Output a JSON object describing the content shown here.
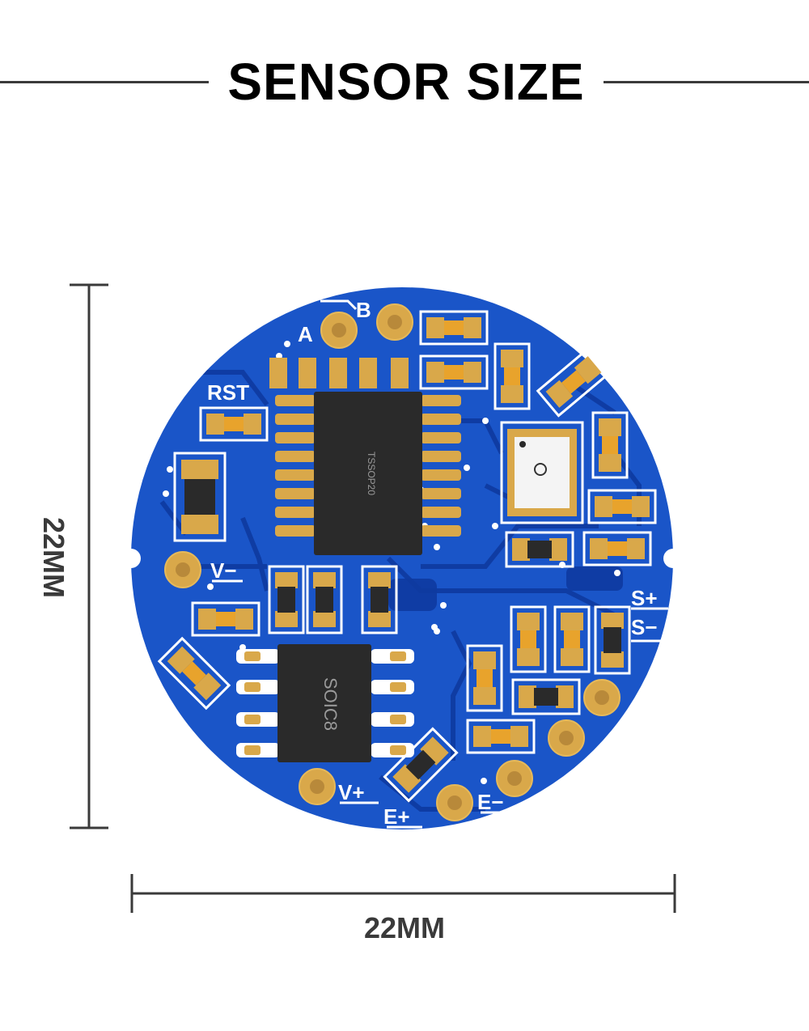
{
  "header": {
    "title": "SENSOR SIZE"
  },
  "dimensions": {
    "height_label": "22MM",
    "width_label": "22MM"
  },
  "board": {
    "chip_main": "TSSOP20",
    "chip_secondary": "SOIC8",
    "silkscreen": {
      "a": "A",
      "b": "B",
      "rst": "RST",
      "v_minus": "V−",
      "s_plus": "S+",
      "s_minus": "S−",
      "v_plus": "V+",
      "e_plus": "E+",
      "e_minus": "E−"
    }
  },
  "colors": {
    "pcb": "#1a55c8",
    "pcb_dark": "#0e3aa0",
    "pad": "#d9a84a",
    "chip": "#2a2a2a",
    "silk": "#ffffff",
    "dimension_line": "#3a3a3a"
  }
}
